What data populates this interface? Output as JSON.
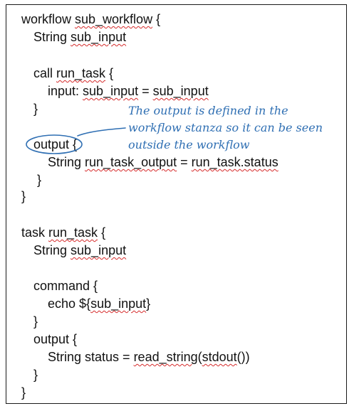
{
  "code": {
    "l1": {
      "a": "workflow ",
      "b": "sub_workflow",
      "c": " {"
    },
    "l2": {
      "a": "String ",
      "b": "sub_input"
    },
    "l3": {
      "a": "call ",
      "b": "run_task",
      "c": " {"
    },
    "l4": {
      "a": "input: ",
      "b": "sub_input",
      "c": " = ",
      "d": "sub_input"
    },
    "l5": "}",
    "l6": {
      "a": "output",
      "b": " {"
    },
    "l7": {
      "a": "String ",
      "b": "run_task_output",
      "c": " = ",
      "d": "run_task.status"
    },
    "l8": "}",
    "l9": "}",
    "l10": {
      "a": "task ",
      "b": "run_task",
      "c": " {"
    },
    "l11": {
      "a": "String ",
      "b": "sub_input"
    },
    "l12": "command {",
    "l13": {
      "a": "echo ${",
      "b": "sub_input",
      "c": "}"
    },
    "l14": "}",
    "l15": "output {",
    "l16": {
      "a": "String status = ",
      "b": "read_string",
      "c": "(",
      "d": "stdout",
      "e": "())"
    },
    "l17": "}",
    "l18": "}"
  },
  "annotation": {
    "lines": [
      "The output is defined in the",
      "workflow stanza so it can be seen",
      "outside the workflow"
    ],
    "color": "#2f6fb3"
  },
  "colors": {
    "text": "#111111",
    "squiggle": "#d62b2b",
    "border": "#1a1a1a"
  }
}
